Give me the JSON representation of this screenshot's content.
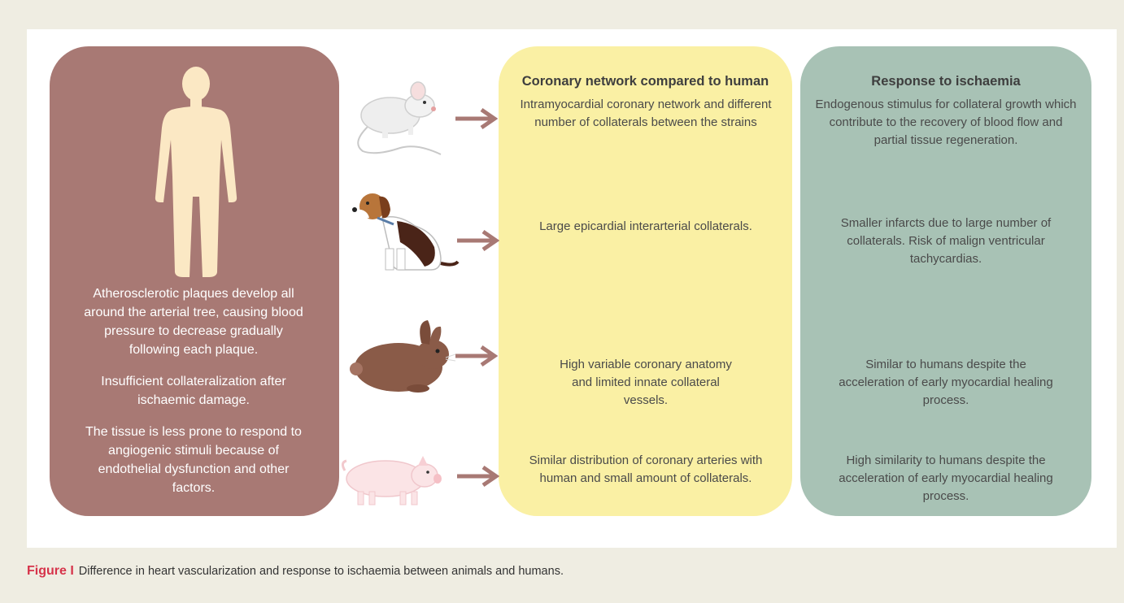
{
  "human": {
    "paragraphs": [
      "Atherosclerotic plaques develop all around the arterial tree, causing blood pressure to decrease gradually following each plaque.",
      "Insufficient collateralization after ischaemic damage.",
      "The tissue is less prone to respond to angiogenic stimuli because of endothelial dysfunction and other factors."
    ]
  },
  "columns": {
    "coronary_title": "Coronary network compared to human",
    "response_title": "Response to ischaemia"
  },
  "rows": [
    {
      "animal": "mouse-icon",
      "coronary": "Intramyocardial coronary network and different number of collaterals between the strains",
      "response": "Endogenous stimulus for collateral growth which contribute to the recovery of blood flow and partial tissue regeneration."
    },
    {
      "animal": "dog-icon",
      "coronary": "Large epicardial interarterial collaterals.",
      "response": "Smaller infarcts due to large number of collaterals. Risk of malign ventricular tachycardias."
    },
    {
      "animal": "rabbit-icon",
      "coronary": "High variable coronary anatomy and limited innate collateral vessels.",
      "response": "Similar to humans despite the acceleration of early myocardial healing process."
    },
    {
      "animal": "pig-icon",
      "coronary": "Similar distribution of coronary arteries with human and small amount of collaterals.",
      "response": "High similarity to humans despite the acceleration of early myocardial healing process."
    }
  ],
  "caption": {
    "label": "Figure I",
    "text": "Difference in heart vascularization and response to ischaemia between animals and humans."
  },
  "colors": {
    "human_box": "#a87974",
    "coronary_box": "#faf0a4",
    "response_box": "#a8c2b5",
    "arrow": "#a87974",
    "caption_label": "#d6334a"
  }
}
